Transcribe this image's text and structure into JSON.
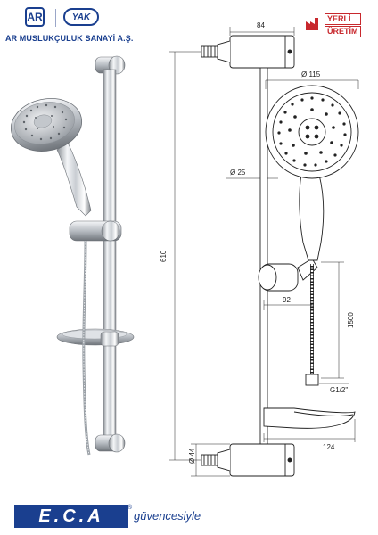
{
  "brand": {
    "ar_logo": "AR",
    "yak_logo": "YAK",
    "company": "AR MUSLUKÇULUK SANAYİ A.Ş.",
    "yerli_line1": "YERLİ",
    "yerli_line2": "ÜRETİM"
  },
  "dimensions": {
    "bracket_width": "84",
    "head_diameter": "Ø 115",
    "bar_diameter": "Ø 25",
    "total_height": "610",
    "holder_offset": "92",
    "hose_length": "1500",
    "thread": "G1/2\"",
    "dish_width": "124",
    "bracket_diameter": "Ø 44"
  },
  "footer": {
    "eca": "E.C.A",
    "registered": "®",
    "slogan": "güvencesiyle"
  },
  "colors": {
    "brand_blue": "#1a3f8f",
    "badge_red": "#c8282d",
    "line": "#222222"
  }
}
